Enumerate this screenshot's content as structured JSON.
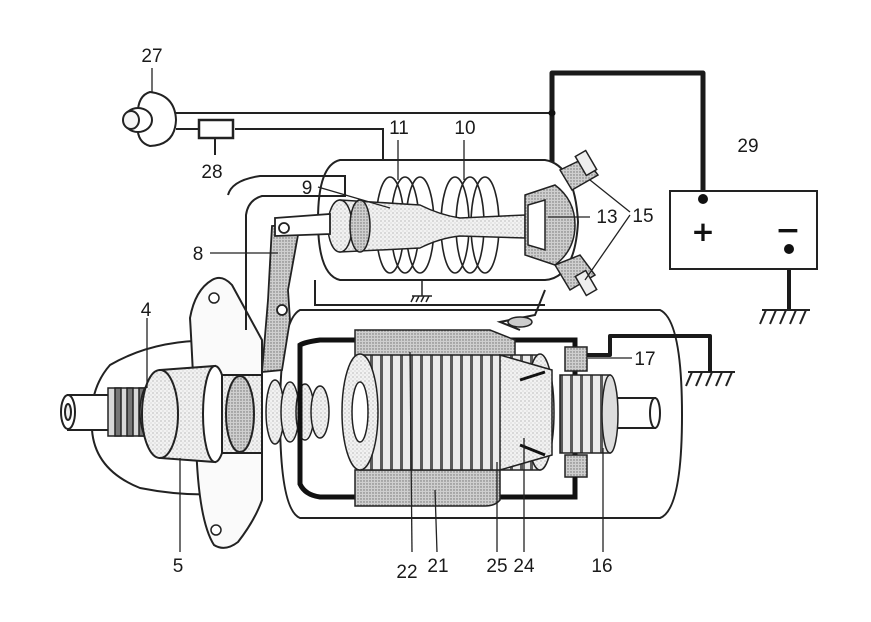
{
  "labels": {
    "l27": "27",
    "l28": "28",
    "l11": "11",
    "l10": "10",
    "l29": "29",
    "l9": "9",
    "l13": "13",
    "l15": "15",
    "l8": "8",
    "l4": "4",
    "l17": "17",
    "l5": "5",
    "l22": "22",
    "l21": "21",
    "l25": "25",
    "l24": "24",
    "l16": "16"
  },
  "battery": {
    "plus": "+",
    "minus": "−"
  }
}
